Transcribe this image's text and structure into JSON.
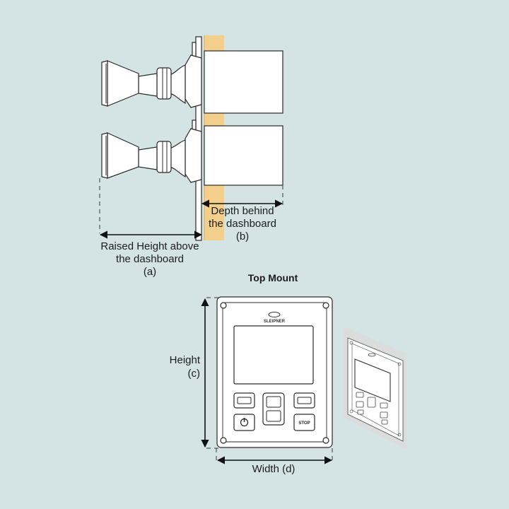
{
  "side_view": {
    "depth_label_line1": "Depth behind",
    "depth_label_line2": "the dashboard",
    "depth_label_line3": "(b)",
    "raised_label_line1": "Raised Height above",
    "raised_label_line2": "the dashboard",
    "raised_label_line3": "(a)"
  },
  "top_mount": {
    "title": "Top Mount",
    "height_label": "Height",
    "height_code": "(c)",
    "width_label": "Width (d)",
    "brand": "SLEIPNER",
    "stop_label": "STOP"
  },
  "colors": {
    "background": "#d4e3e3",
    "dashboard_wood": "#f4cf8c",
    "line": "#2a2a2a"
  }
}
